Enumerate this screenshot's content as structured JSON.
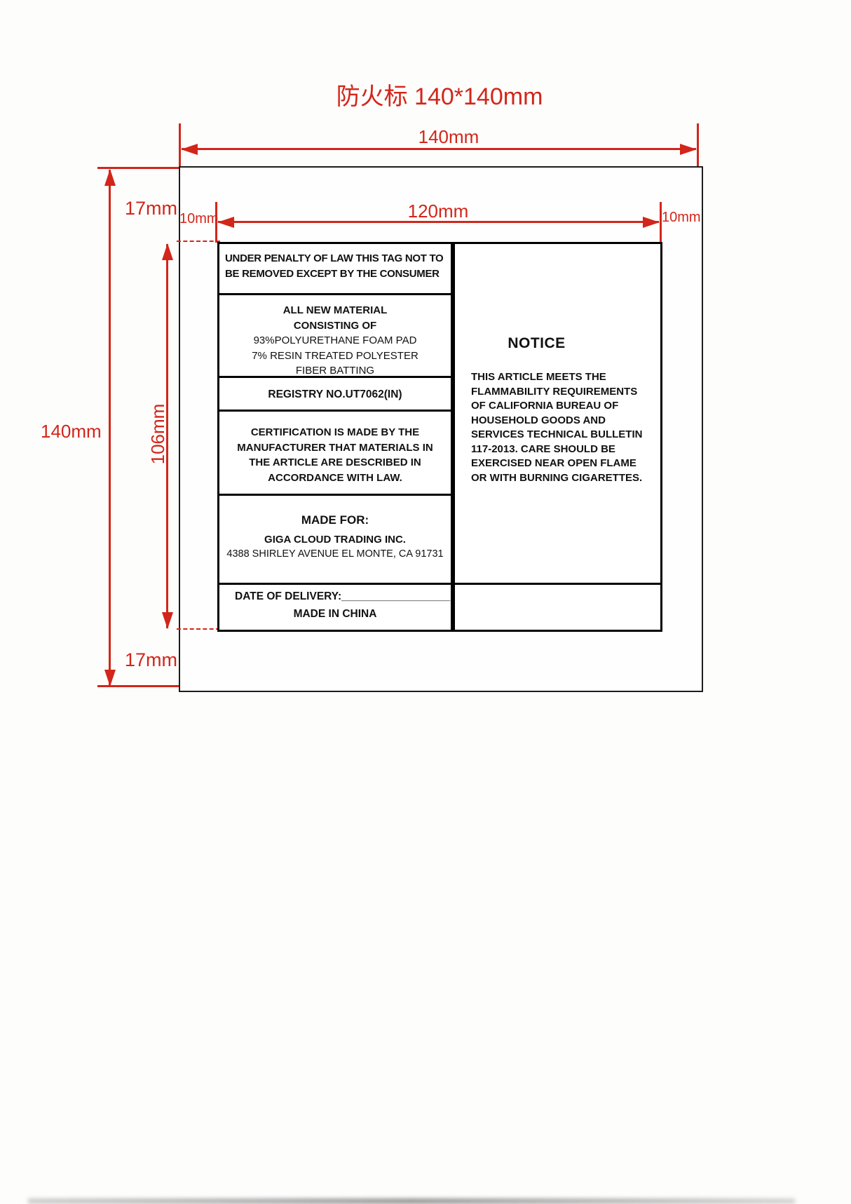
{
  "title": "防火标 140*140mm",
  "dims": {
    "total_width": "140mm",
    "total_height": "140mm",
    "inner_width": "120mm",
    "inner_height": "106mm",
    "side_margin_left": "10mm",
    "side_margin_right": "10mm",
    "top_margin": "17mm",
    "bottom_margin": "17mm"
  },
  "label": {
    "penalty_statement": "UNDER PENALTY OF LAW THIS TAG NOT TO BE REMOVED EXCEPT BY  THE CONSUMER",
    "materials": {
      "heading1": "ALL NEW MATERIAL",
      "heading2": "CONSISTING OF",
      "line1": "93%POLYURETHANE FOAM PAD",
      "line2": "7% RESIN TREATED POLYESTER",
      "line3": "FIBER BATTING"
    },
    "registry": "REGISTRY NO.UT7062(IN)",
    "certification": "CERTIFICATION IS MADE BY THE MANUFACTURER THAT MATERIALS IN THE ARTICLE ARE DESCRIBED IN ACCORDANCE WITH LAW.",
    "made_for": {
      "heading": "MADE FOR:",
      "company": "GIGA CLOUD TRADING INC.",
      "address": "4388 SHIRLEY AVENUE EL MONTE, CA 91731"
    },
    "delivery": "DATE OF DELIVERY:__________________",
    "origin": "MADE IN CHINA",
    "notice": {
      "heading": "NOTICE",
      "body": "THIS ARTICLE MEETS THE FLAMMABILITY REQUIREMENTS OF CALIFORNIA BUREAU OF HOUSEHOLD GOODS AND SERVICES TECHNICAL BULLETIN 117-2013. CARE SHOULD BE EXERCISED NEAR OPEN FLAME OR WITH BURNING CIGARETTES."
    }
  },
  "colors": {
    "dimension_red": "#d2261a",
    "line_black": "#111111"
  }
}
